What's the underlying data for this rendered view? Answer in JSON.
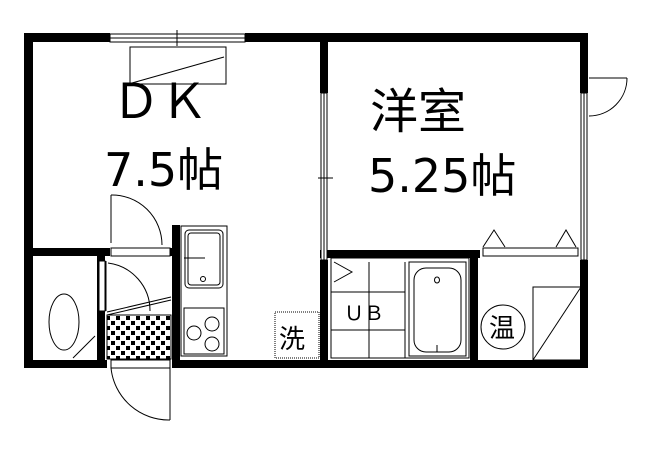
{
  "floor_plan": {
    "rooms": [
      {
        "id": "dk",
        "name": "ＤＫ",
        "size": "7.5帖"
      },
      {
        "id": "western",
        "name": "洋室",
        "size": "5.25帖"
      },
      {
        "id": "bath",
        "name": "ＵＢ"
      }
    ],
    "symbols": {
      "washer": "洗",
      "water_heater": "温"
    },
    "colors": {
      "wall": "#000000",
      "background": "#ffffff"
    }
  }
}
